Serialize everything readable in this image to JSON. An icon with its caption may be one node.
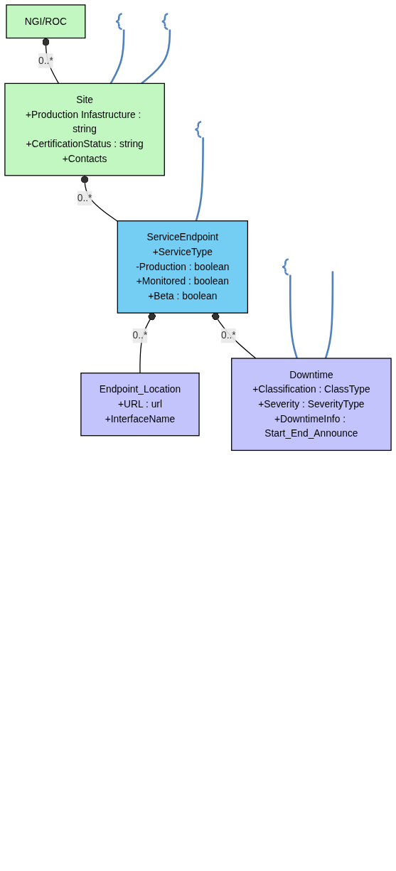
{
  "diagram": {
    "nodes": [
      {
        "text": [
          "NGI/ROC"
        ]
      },
      {
        "text": [
          "Site",
          "+Production Infastructure : string",
          "+CertificationStatus : string",
          "+Contacts"
        ]
      },
      {
        "text": [
          "ServiceEndpoint",
          "+ServiceType",
          "-Production : boolean",
          "+Monitored : boolean",
          "+Beta : boolean"
        ]
      },
      {
        "text": [
          "Endpoint_Location",
          "+URL : url",
          "+InterfaceName"
        ]
      },
      {
        "text": [
          "Downtime",
          "+Classification : ClassType",
          "+Severity : SeverityType",
          "+DowntimeInfo : Start_End_Announce"
        ]
      },
      {
        "text": [],
        "shape": "bracket"
      },
      {
        "text": [],
        "shape": "bracket"
      },
      {
        "text": [],
        "shape": "bracket"
      },
      {
        "text": [],
        "shape": "bracket"
      }
    ],
    "edges": [
      {
        "from": 1,
        "to": 0,
        "arrow": "other",
        "label": "0..*",
        "color": "#000000"
      },
      {
        "from": 2,
        "to": 1,
        "arrow": "other",
        "label": "0..*",
        "color": "#000000"
      },
      {
        "from": 3,
        "to": 2,
        "arrow": "other",
        "label": "0..*",
        "color": "#000000"
      },
      {
        "from": 4,
        "to": 2,
        "arrow": "other",
        "label": "0..*",
        "color": "#000000"
      },
      {
        "from": 1,
        "to": 5,
        "arrow": "none"
      },
      {
        "from": 1,
        "to": 6,
        "arrow": "none"
      },
      {
        "from": 2,
        "to": 7,
        "arrow": "none"
      },
      {
        "from": 4,
        "to": 8,
        "arrow": "none"
      },
      {
        "from": 4,
        "to": null,
        "arrow": "none"
      }
    ]
  }
}
